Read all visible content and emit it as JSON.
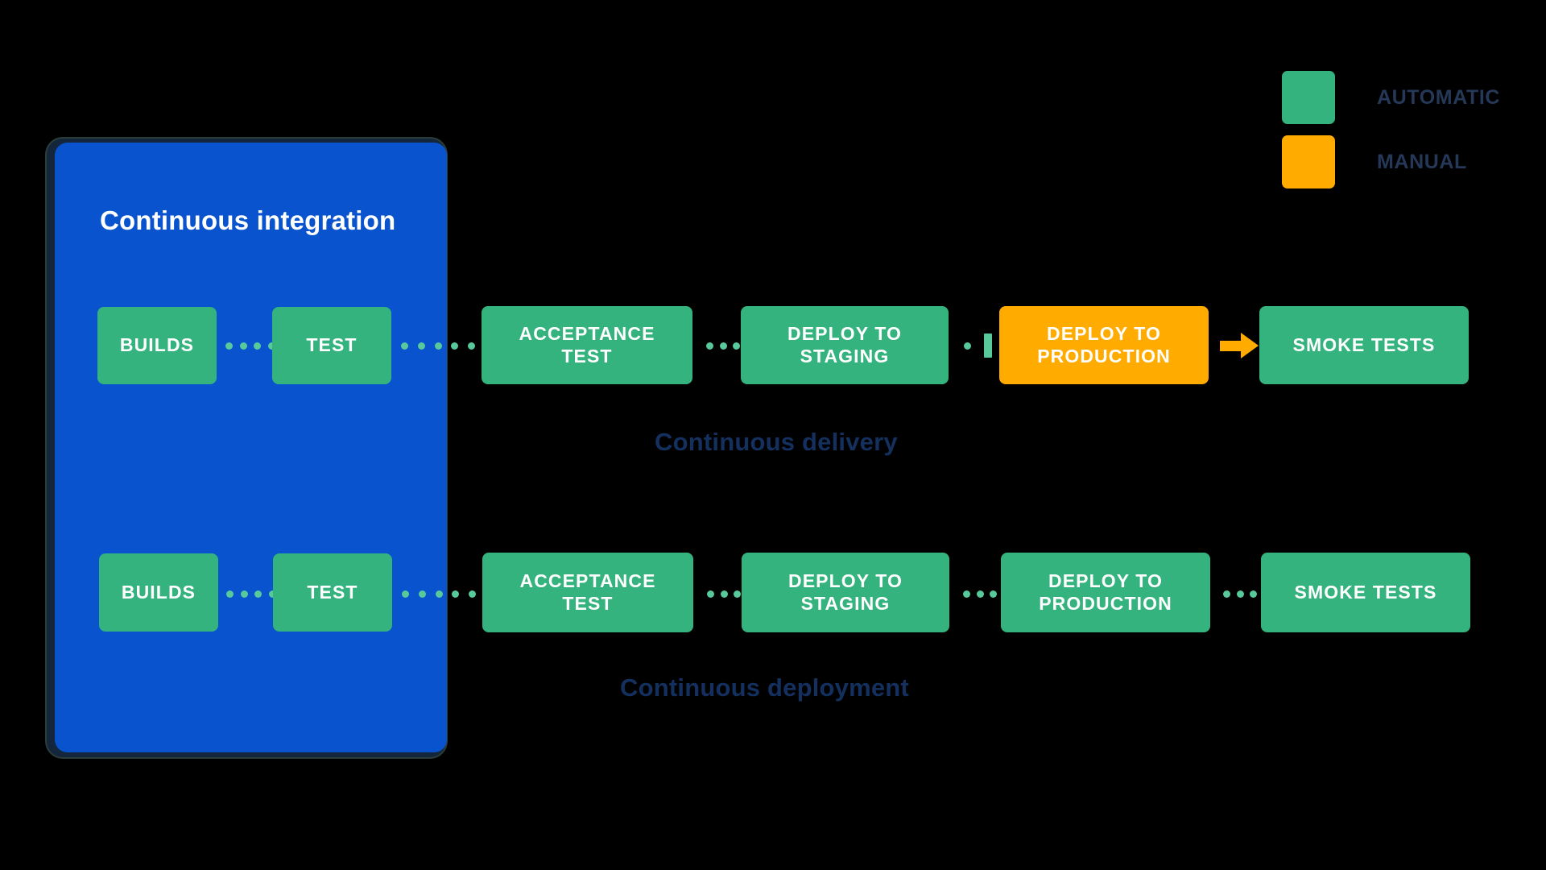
{
  "diagram": {
    "title": "Continuous integration",
    "colors": {
      "automatic": "#35B37E",
      "manual": "#FFAB00",
      "ci_panel": "#0954CE",
      "caption_text": "#14305F",
      "legend_text": "#253858",
      "connector_dot": "#57C99A",
      "background": "#000000"
    }
  },
  "legend": {
    "items": [
      {
        "label": "AUTOMATIC",
        "color": "#35B37E",
        "swatch": "automatic-swatch"
      },
      {
        "label": "MANUAL",
        "color": "#FFAB00",
        "swatch": "manual-swatch"
      }
    ]
  },
  "ci_panel": {
    "title": "Continuous integration"
  },
  "pipelines": [
    {
      "id": "continuous-delivery",
      "caption": "Continuous delivery",
      "stages": [
        {
          "label": "BUILDS",
          "type": "automatic",
          "inside_ci": true
        },
        {
          "label": "TEST",
          "type": "automatic",
          "inside_ci": true
        },
        {
          "label": "ACCEPTANCE TEST",
          "line1": "ACCEPTANCE",
          "line2": "TEST",
          "type": "automatic",
          "inside_ci": false
        },
        {
          "label": "DEPLOY TO STAGING",
          "line1": "DEPLOY TO",
          "line2": "STAGING",
          "type": "automatic",
          "inside_ci": false
        },
        {
          "label": "DEPLOY TO PRODUCTION",
          "line1": "DEPLOY TO",
          "line2": "PRODUCTION",
          "type": "manual",
          "inside_ci": false
        },
        {
          "label": "SMOKE TESTS",
          "type": "automatic",
          "inside_ci": false
        }
      ],
      "connectors": [
        "dots",
        "dots",
        "dots",
        "manual-gate",
        "arrow"
      ]
    },
    {
      "id": "continuous-deployment",
      "caption": "Continuous deployment",
      "stages": [
        {
          "label": "BUILDS",
          "type": "automatic",
          "inside_ci": true
        },
        {
          "label": "TEST",
          "type": "automatic",
          "inside_ci": true
        },
        {
          "label": "ACCEPTANCE TEST",
          "line1": "ACCEPTANCE",
          "line2": "TEST",
          "type": "automatic",
          "inside_ci": false
        },
        {
          "label": "DEPLOY TO STAGING",
          "line1": "DEPLOY TO",
          "line2": "STAGING",
          "type": "automatic",
          "inside_ci": false
        },
        {
          "label": "DEPLOY TO PRODUCTION",
          "line1": "DEPLOY TO",
          "line2": "PRODUCTION",
          "type": "automatic",
          "inside_ci": false
        },
        {
          "label": "SMOKE TESTS",
          "type": "automatic",
          "inside_ci": false
        }
      ],
      "connectors": [
        "dots",
        "dots",
        "dots",
        "dots",
        "dots"
      ]
    }
  ]
}
